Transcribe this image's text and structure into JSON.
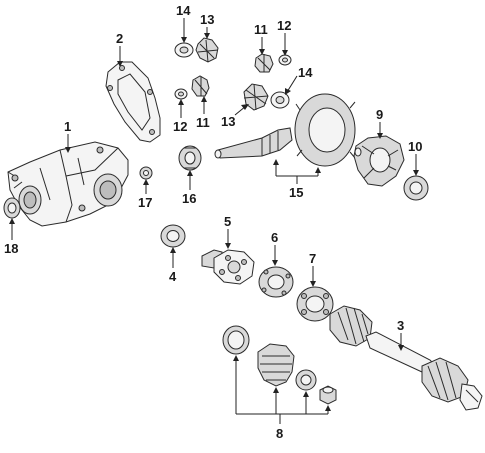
{
  "diagram": {
    "callouts": {
      "c1": "1",
      "c2": "2",
      "c3": "3",
      "c4": "4",
      "c5": "5",
      "c6": "6",
      "c7": "7",
      "c8": "8",
      "c9": "9",
      "c10": "10",
      "c11a": "11",
      "c11b": "11",
      "c12a": "12",
      "c12b": "12",
      "c13a": "13",
      "c13b": "13",
      "c14a": "14",
      "c14b": "14",
      "c15": "15",
      "c16": "16",
      "c17": "17",
      "c18": "18"
    }
  }
}
